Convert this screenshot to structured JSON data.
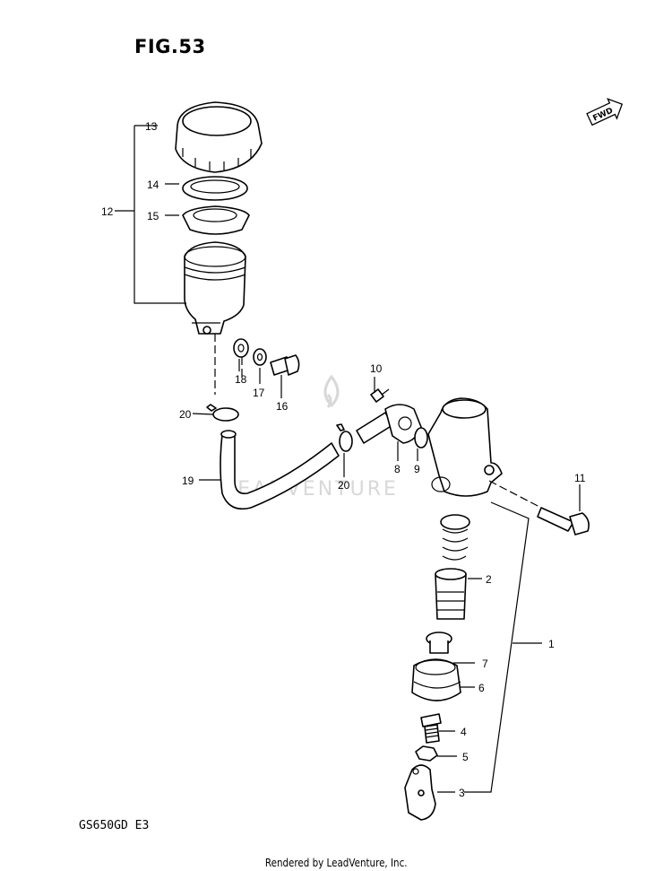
{
  "figure": {
    "title": "FIG.53",
    "model": "GS650GD  E3"
  },
  "fwd_badge": "FWD",
  "watermark": "LEADVENTURE",
  "footer": "Rendered by LeadVenture, Inc.",
  "callouts": {
    "c1": "1",
    "c2": "2",
    "c3": "3",
    "c4": "4",
    "c5": "5",
    "c6": "6",
    "c7": "7",
    "c8": "8",
    "c9": "9",
    "c10": "10",
    "c11": "11",
    "c12": "12",
    "c13": "13",
    "c14": "14",
    "c15": "15",
    "c16": "16",
    "c17": "17",
    "c18": "18",
    "c19": "19",
    "c20a": "20",
    "c20b": "20"
  }
}
